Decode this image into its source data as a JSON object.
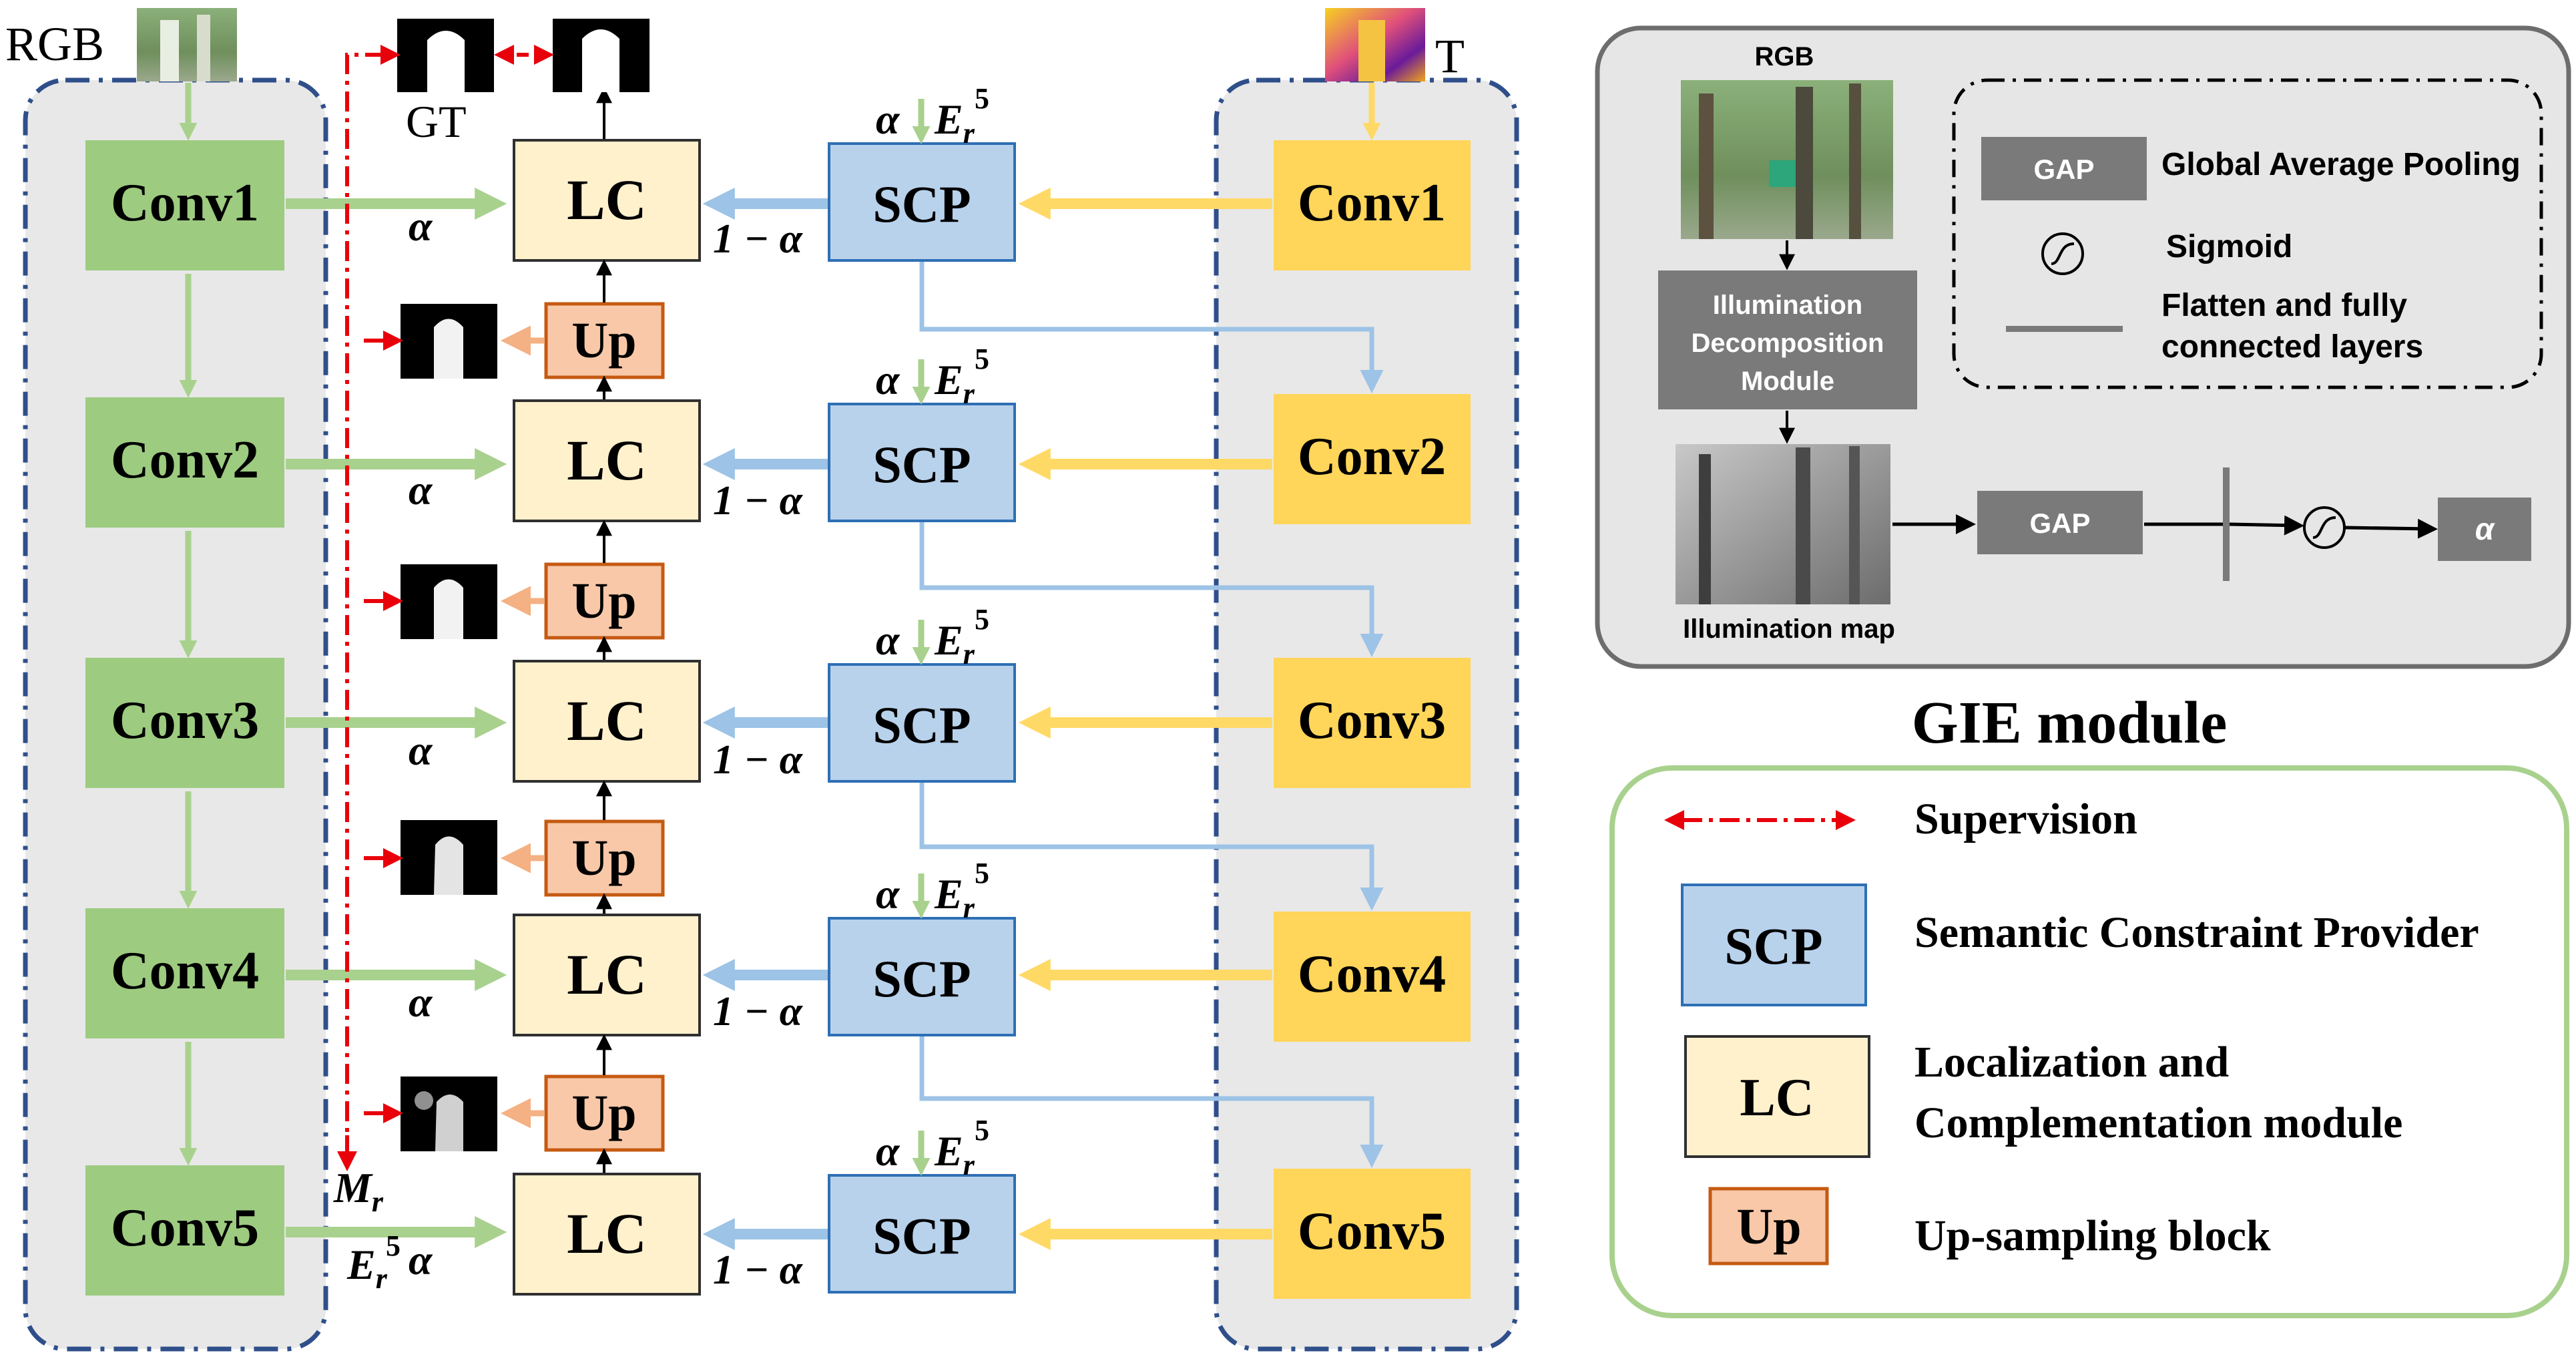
{
  "inputs": {
    "rgb": "RGB",
    "thermal": "T",
    "gt": "GT"
  },
  "rgb_convs": [
    "Conv1",
    "Conv2",
    "Conv3",
    "Conv4",
    "Conv5"
  ],
  "t_convs": [
    "Conv1",
    "Conv2",
    "Conv3",
    "Conv4",
    "Conv5"
  ],
  "lc_label": "LC",
  "scp_label": "SCP",
  "up_label": "Up",
  "alpha": "α",
  "one_minus_alpha": "1 − α",
  "e_base": "E",
  "e_sup": "5",
  "e_sub": "r",
  "m_base": "M",
  "m_sub": "r",
  "gie": {
    "title": "GIE module",
    "rgb": "RGB",
    "idm": [
      "Illumination",
      "Decomposition",
      "Module"
    ],
    "illum_map": "Illumination map",
    "gap": "GAP",
    "alpha_out": "α",
    "legend": {
      "gap_box": "GAP",
      "gap_text": "Global Average Pooling",
      "sigmoid_text": "Sigmoid",
      "fc_text": [
        "Flatten and fully",
        "connected layers"
      ]
    }
  },
  "legend": {
    "supervision": "Supervision",
    "scp_box": "SCP",
    "scp_text": "Semantic Constraint Provider",
    "lc_box": "LC",
    "lc_text": [
      "Localization and",
      "Complementation module"
    ],
    "up_box": "Up",
    "up_text": "Up-sampling block"
  },
  "colors": {
    "green": "#9dcb80",
    "green_arrow": "#a9d18e",
    "yellow": "#ffd55a",
    "yellow_arrow": "#ffd966",
    "blue": "#b8d2ec",
    "blue_border": "#2e6fb5",
    "blue_arrow": "#9dc3e6",
    "cream": "#fff1cc",
    "up_fill": "#f8c8a8",
    "up_border": "#c55a11",
    "red": "#e8000b",
    "dash_blue": "#2f4f8a",
    "gray_panel": "#e8e8e8"
  }
}
